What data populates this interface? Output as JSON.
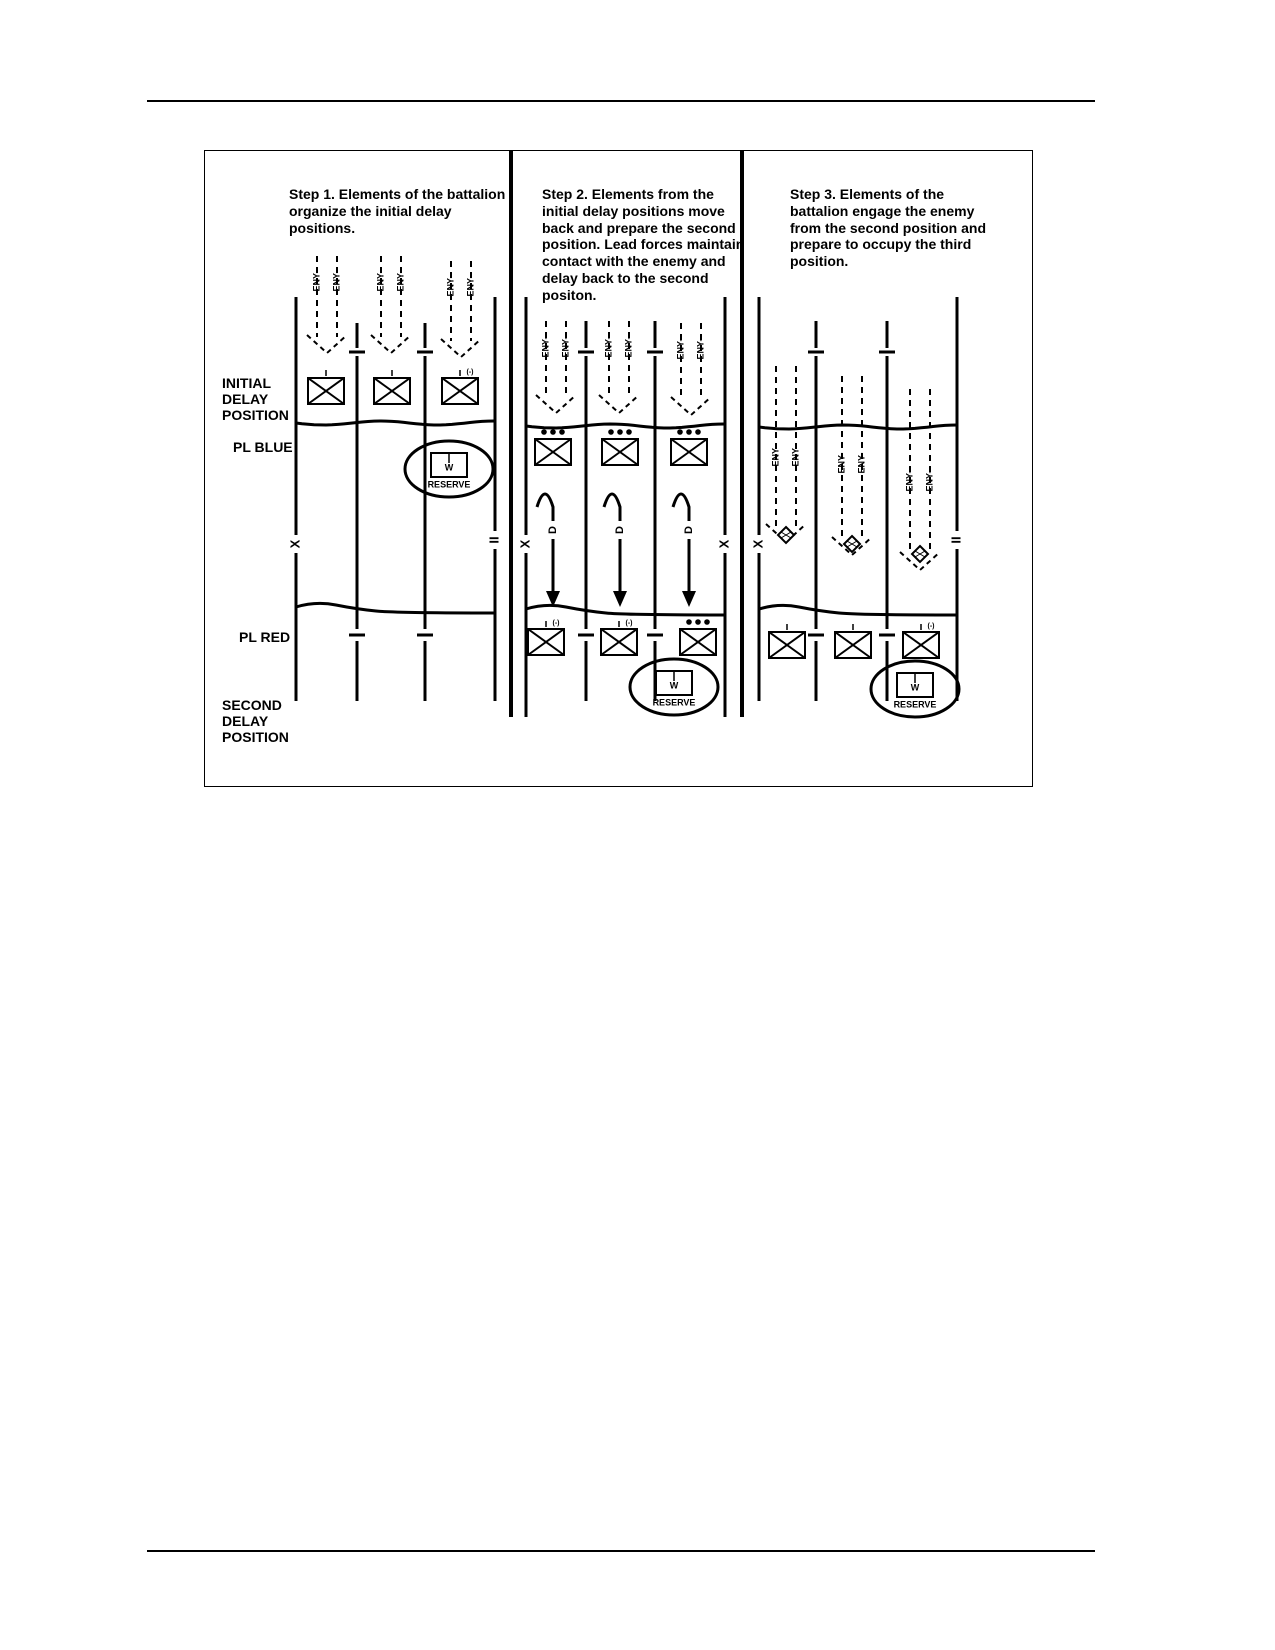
{
  "steps": [
    {
      "label": "Step 1. Elements of the battalion organize the initial delay positions.",
      "lines": [
        "Step 1. Elements of the battalion",
        "organize the initial delay",
        "positions."
      ]
    },
    {
      "label": "Step 2. Elements from the initial delay positions move back and prepare the second position. Lead forces maintain contact with the enemy and delay back to the second positon.",
      "lines": [
        "Step 2. Elements from the",
        "initial delay positions move",
        "back and prepare the second",
        "position. Lead forces maintain",
        "contact with the enemy and",
        "delay back to the second",
        "positon."
      ]
    },
    {
      "label": "Step 3. Elements of the battalion engage the enemy from the second position and prepare to occupy the third position.",
      "lines": [
        "Step 3. Elements of the",
        "battalion engage the enemy",
        "from the second position and",
        "prepare to occupy the third",
        "position."
      ]
    }
  ],
  "labels": {
    "initial_delay_position": [
      "INITIAL",
      "DELAY",
      "POSITION"
    ],
    "pl_blue": "PL BLUE",
    "pl_red": "PL RED",
    "second_delay_position": [
      "SECOND",
      "DELAY",
      "POSITION"
    ]
  },
  "symbols": {
    "enemy": "ENY-",
    "reserve": "RESERVE",
    "reserve_unit": "W",
    "reduced": "(-)",
    "delay": "D",
    "boundary_x": "X",
    "boundary_ii": "II",
    "company_echelon": "I",
    "platoon_echelon": "•••"
  }
}
